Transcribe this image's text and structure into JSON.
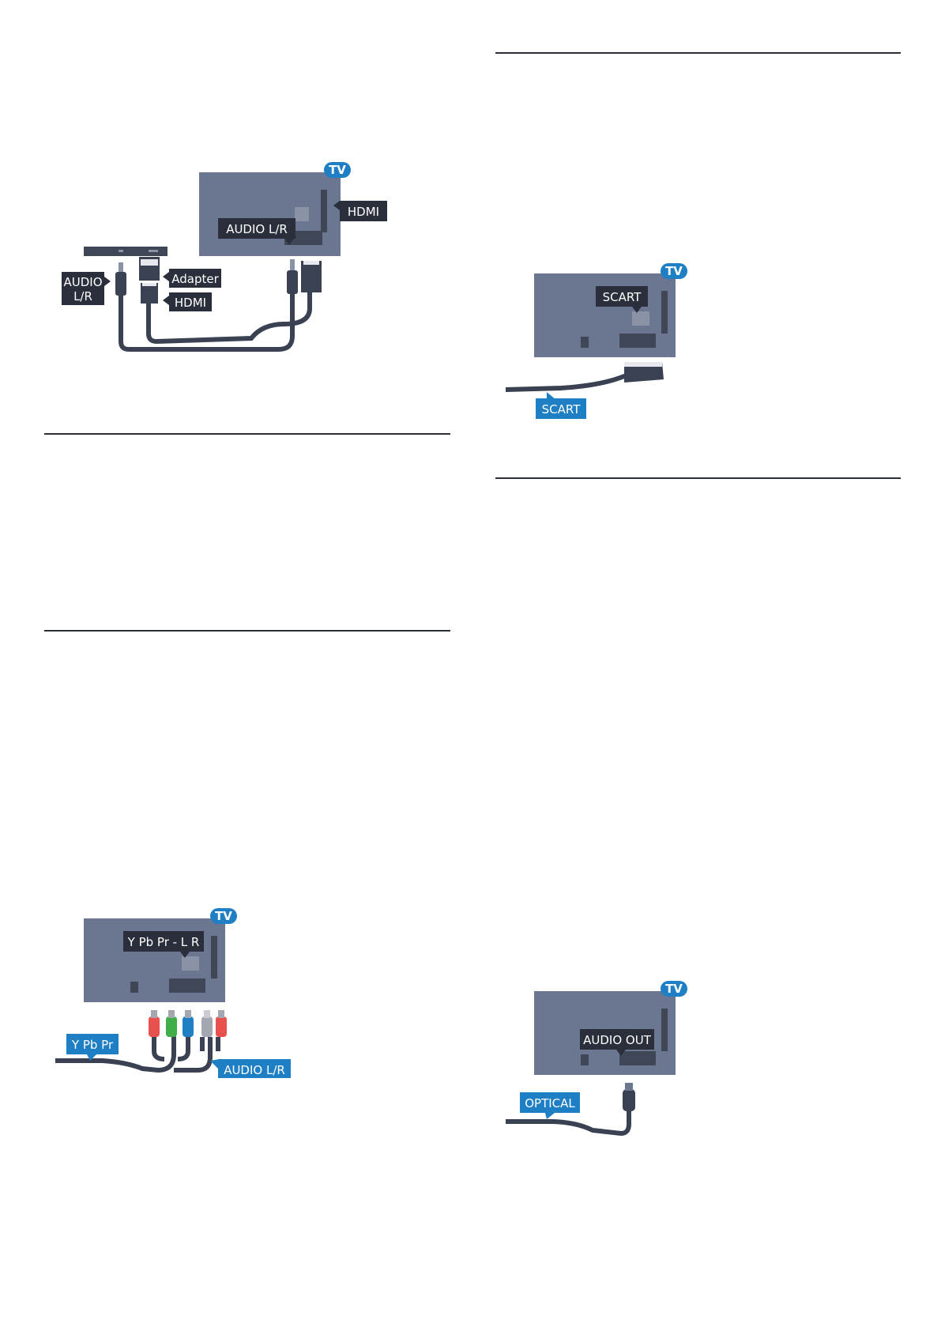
{
  "colors": {
    "tv_panel": "#6b7791",
    "tv_dark": "#3f4656",
    "cable": "#3a4152",
    "label_dark": "#2a2f3b",
    "label_blue": "#1f7fc4",
    "white": "#ffffff",
    "plug_red": "#e8524e",
    "plug_green": "#3fae49",
    "plug_blue": "#1f7fc4",
    "plug_grey": "#a3a8b0"
  },
  "diagram_hdmi_audio": {
    "tv_badge": "TV",
    "audio_port_label": "AUDIO L/R",
    "hdmi_port_label": "HDMI",
    "device_audio_label_line1": "AUDIO",
    "device_audio_label_line2": "L/R",
    "adapter_label": "Adapter",
    "device_hdmi_label": "HDMI"
  },
  "diagram_scart": {
    "tv_badge": "TV",
    "port_label": "SCART",
    "cable_label": "SCART"
  },
  "diagram_ypbpr": {
    "tv_badge": "TV",
    "port_label": "Y Pb Pr - L R",
    "video_cable_label": "Y Pb Pr",
    "audio_cable_label": "AUDIO L/R"
  },
  "diagram_optical": {
    "tv_badge": "TV",
    "port_label": "AUDIO OUT",
    "cable_label": "OPTICAL"
  }
}
